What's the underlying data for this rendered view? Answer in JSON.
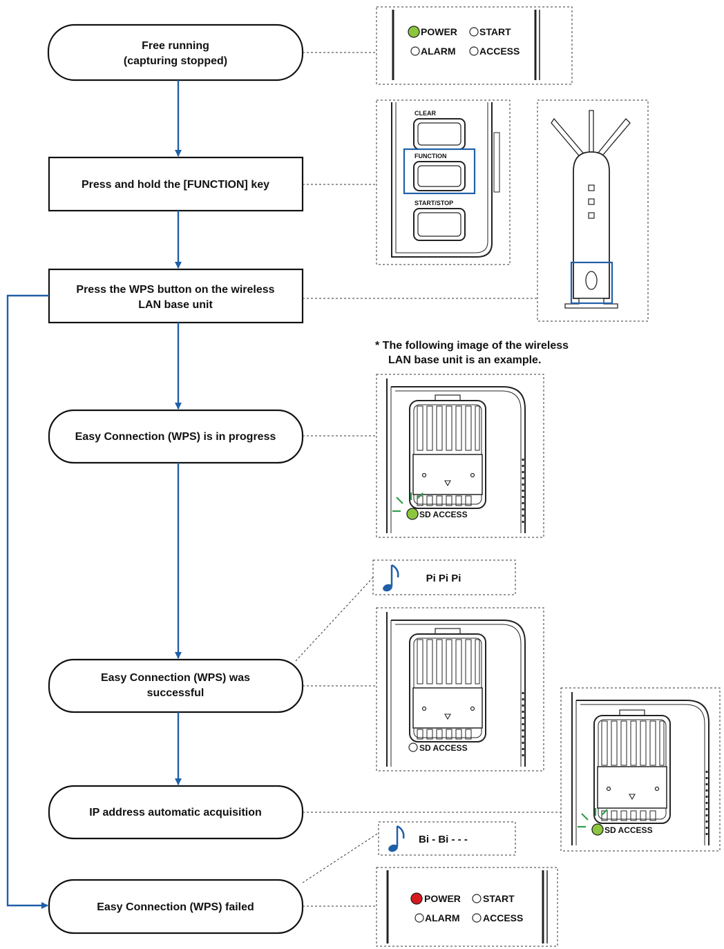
{
  "colors": {
    "flow_arrow": "#1f5fa8",
    "highlight": "#1f5fa8",
    "led_green": "#8cc63f",
    "led_red": "#d7191c",
    "flash": "#2e9e4a",
    "note_icon": "#1f5fa8"
  },
  "nodes": {
    "free_running": {
      "line1": "Free running",
      "line2": "(capturing stopped)"
    },
    "press_function": {
      "line1": "Press and hold the [FUNCTION] key"
    },
    "press_wps": {
      "line1": "Press the WPS button on the wireless",
      "line2": "LAN base unit"
    },
    "in_progress": {
      "line1": "Easy Connection (WPS) is in progress"
    },
    "successful": {
      "line1": "Easy Connection (WPS) was",
      "line2": "successful"
    },
    "ip_acquisition": {
      "line1": "IP address automatic acquisition"
    },
    "failed": {
      "line1": "Easy Connection (WPS) failed"
    }
  },
  "leds": {
    "power": "POWER",
    "start": "START",
    "alarm": "ALARM",
    "access": "ACCESS",
    "sd_access": "SD  ACCESS"
  },
  "keys": {
    "clear": "CLEAR",
    "function": "FUNCTION",
    "start_stop": "START/STOP"
  },
  "note": {
    "line1": "*  The following image of the wireless",
    "line2": "LAN base unit is an example."
  },
  "sounds": {
    "success": "Pi Pi Pi",
    "failure": "Bi - Bi - - -"
  },
  "icons": {
    "note": "music-note-icon"
  }
}
